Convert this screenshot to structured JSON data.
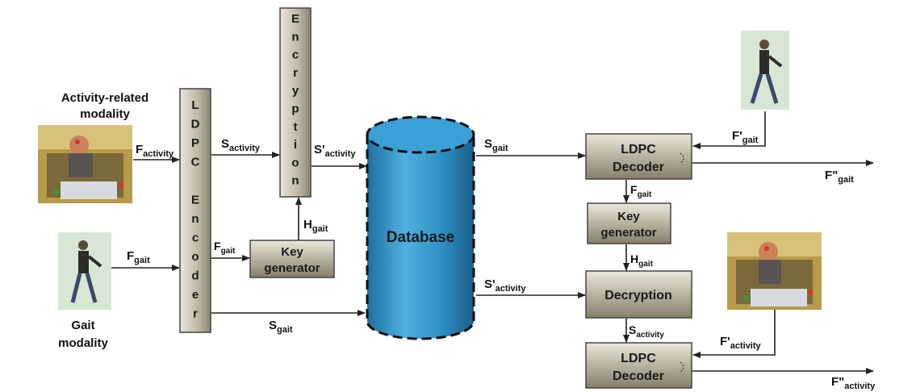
{
  "modalities": {
    "activity": {
      "line1": "Activity-related",
      "line2": "modality"
    },
    "gait": {
      "line1": "Gait",
      "line2": "modality"
    }
  },
  "blocks": {
    "ldpc_encoder_letters": [
      "L",
      "D",
      "P",
      "C",
      "",
      "E",
      "n",
      "c",
      "o",
      "d",
      "e",
      "r"
    ],
    "encryption_letters": [
      "E",
      "n",
      "c",
      "r",
      "y",
      "p",
      "t",
      "i",
      "o",
      "n"
    ],
    "key_generator_left": {
      "line1": "Key",
      "line2": "generator"
    },
    "key_generator_right": {
      "line1": "Key",
      "line2": "generator"
    },
    "database": "Database",
    "ldpc_decoder_top": {
      "line1": "LDPC",
      "line2": "Decoder"
    },
    "ldpc_decoder_bottom": {
      "line1": "LDPC",
      "line2": "Decoder"
    },
    "decryption": "Decryption"
  },
  "signals": {
    "f_activity": {
      "main": "F",
      "sub": "activity"
    },
    "f_gait": {
      "main": "F",
      "sub": "gait"
    },
    "s_activity": {
      "main": "S",
      "sub": "activity"
    },
    "f_gait_key": {
      "main": "F",
      "sub": "gait"
    },
    "h_gait_left": {
      "main": "H",
      "sub": "gait"
    },
    "s_prime_activity_left": {
      "main": "S'",
      "sub": "activity"
    },
    "s_gait_left": {
      "main": "S",
      "sub": "gait"
    },
    "s_gait_right": {
      "main": "S",
      "sub": "gait"
    },
    "s_prime_activity_right": {
      "main": "S'",
      "sub": "activity"
    },
    "f_prime_gait": {
      "main": "F'",
      "sub": "gait"
    },
    "f_gait_right": {
      "main": "F",
      "sub": "gait"
    },
    "h_gait_right": {
      "main": "H",
      "sub": "gait"
    },
    "s_activity_right": {
      "main": "S",
      "sub": "activity"
    },
    "f_prime_activity": {
      "main": "F'",
      "sub": "activity"
    },
    "f_dprime_gait": {
      "main": "F\"",
      "sub": "gait"
    },
    "f_dprime_activity": {
      "main": "F\"",
      "sub": "activity"
    }
  },
  "colors": {
    "block_fill_top": "#e2ddcf",
    "block_fill_bottom": "#8e8775",
    "database_fill": "#2f8fc4",
    "output_label": "#3a3aa0",
    "line": "#222222"
  }
}
